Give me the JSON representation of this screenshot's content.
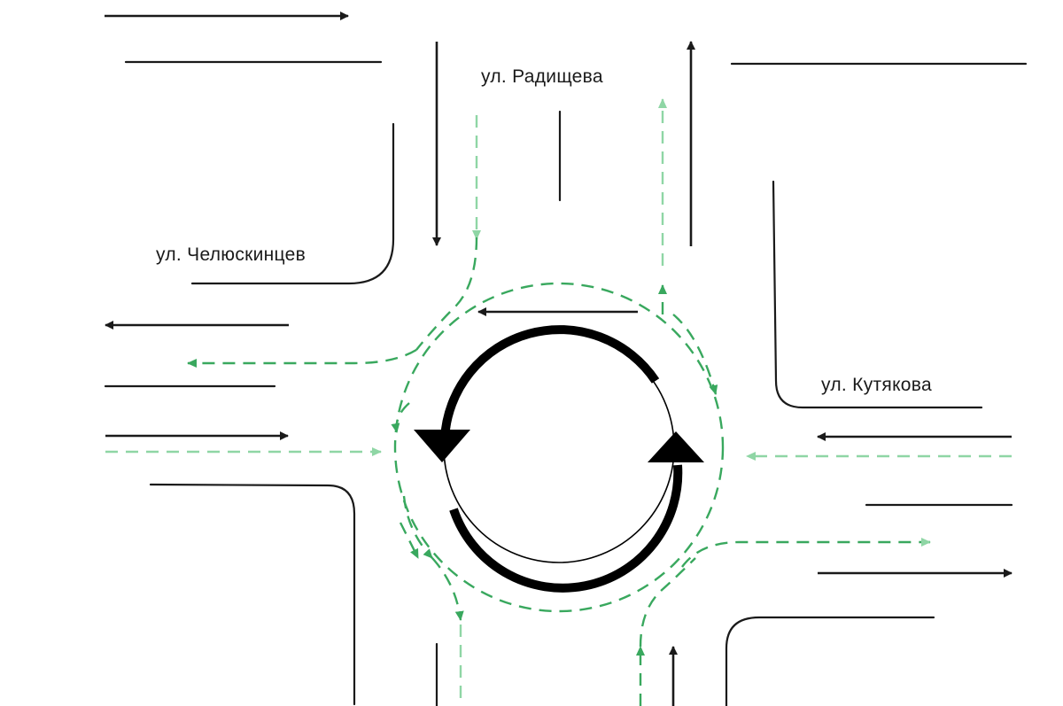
{
  "streets": {
    "north": "ул. Радищева",
    "west": "ул. Челюскинцев",
    "east": "ул. Кутякова"
  },
  "colors": {
    "road_line": "#1a1a1a",
    "green_route": "#39a85e",
    "green_route_light": "#8fd6a5",
    "ring_arrows": "#000000"
  },
  "icons": {
    "ring": "counterclockwise-circular-arrows"
  }
}
